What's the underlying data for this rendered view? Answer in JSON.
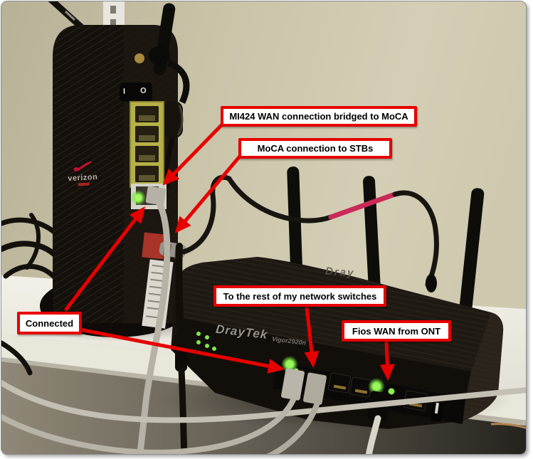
{
  "annotations": {
    "mi424_wan": "MI424 WAN connection bridged to MoCA",
    "moca_stb": "MoCA connection to STBs",
    "connected": "Connected",
    "network_switches": "To the rest of my network switches",
    "fios_wan": "Fios WAN from ONT"
  },
  "devices": {
    "verizon": {
      "brand": "verizon",
      "check_mark": "✓",
      "power_switch": "I O"
    },
    "draytek": {
      "brand": "DrayTek",
      "model": "Vigor2920n",
      "top_brand": "Dray"
    }
  },
  "colors": {
    "annotation_red": "#e60000",
    "led_green": "#86f04a",
    "lan_port_yellow": "#b6b048",
    "wall_beige": "#cbc5aa",
    "shelf_white": "#efede5",
    "router_black": "#171310"
  }
}
